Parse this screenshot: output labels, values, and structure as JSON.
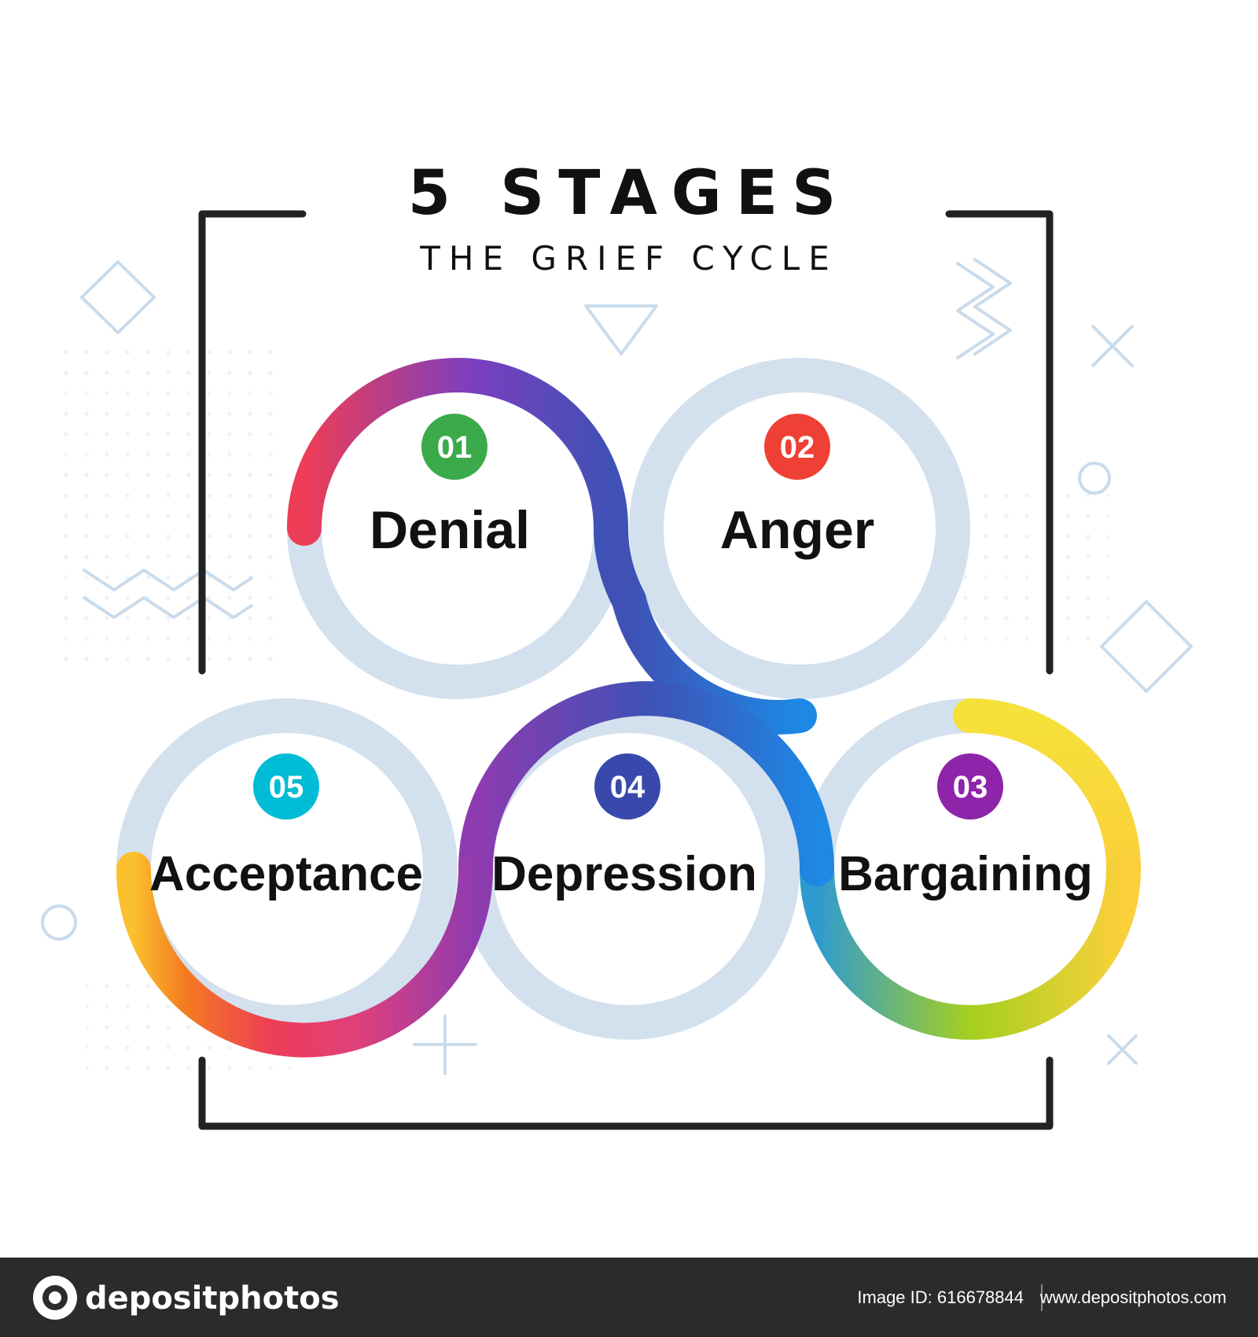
{
  "title": "5 STAGES",
  "subtitle": "THE GRIEF CYCLE",
  "stages": [
    {
      "number": "01",
      "label": "Denial",
      "badge_color": "#3aaa4a"
    },
    {
      "number": "02",
      "label": "Anger",
      "badge_color": "#ee4035"
    },
    {
      "number": "03",
      "label": "Bargaining",
      "badge_color": "#8e24aa"
    },
    {
      "number": "04",
      "label": "Depression",
      "badge_color": "#3949ab"
    },
    {
      "number": "05",
      "label": "Acceptance",
      "badge_color": "#00bcd4"
    }
  ],
  "colors": {
    "ring_track": "#d3e1ee",
    "frame": "#222222",
    "decor": "#c9dbeb",
    "footer_bg": "#2b2b2b",
    "path_gradient": [
      "#ee3d56",
      "#6a3bbd",
      "#3f51b5",
      "#1e88e5",
      "#a5cf1f",
      "#f5e13a",
      "#fbc02d"
    ],
    "accept_gradient": [
      "#fbc02d",
      "#f47b20",
      "#ee3d56",
      "#e0407a",
      "#8e3bb0"
    ]
  },
  "footer": {
    "logo_text": "depositphotos",
    "image_id": "Image ID: 616678844",
    "website": "www.depositphotos.com"
  }
}
